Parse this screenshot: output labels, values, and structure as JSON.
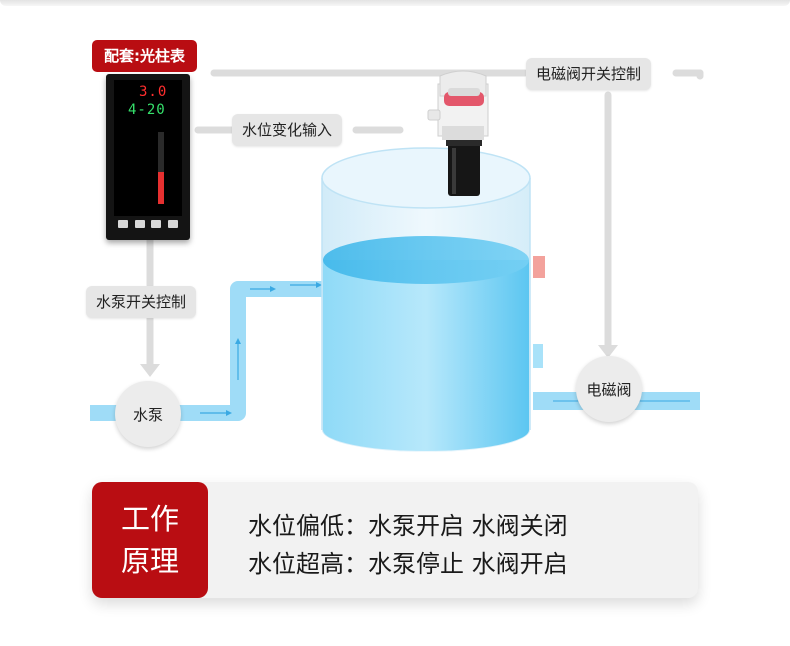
{
  "labels": {
    "indicator": "配套:光柱表",
    "level_input": "水位变化输入",
    "valve_control": "电磁阀开关控制",
    "pump_control": "水泵开关控制",
    "pump": "水泵",
    "valve": "电磁阀"
  },
  "meter": {
    "top_reading": "3.0",
    "bottom_reading": "4-20",
    "level_fraction": 0.45
  },
  "colors": {
    "accent_red": "#b90d12",
    "water": "#5cc8f2",
    "pipe": "#87d5f6",
    "connector": "#d9d9d9"
  },
  "principle": {
    "title_line1": "工作",
    "title_line2": "原理",
    "rows": [
      "水位偏低：水泵开启 水阀关闭",
      "水位超高：水泵停止 水阀开启"
    ]
  }
}
